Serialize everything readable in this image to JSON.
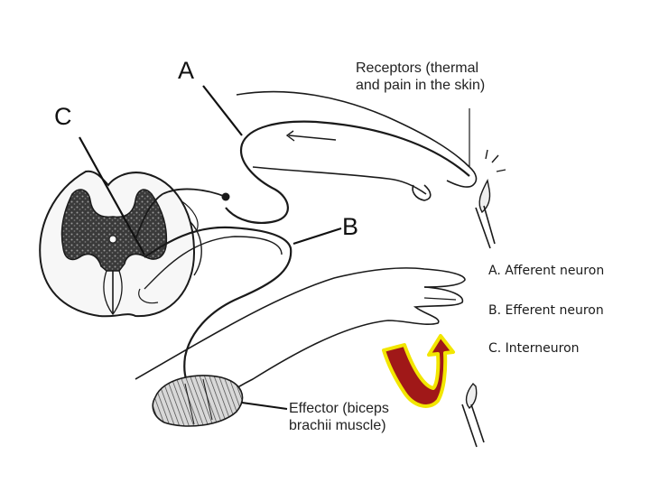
{
  "labels": {
    "a": "A",
    "b": "B",
    "c": "C"
  },
  "captions": {
    "receptors_line1": "Receptors (thermal",
    "receptors_line2": "and pain in the skin)",
    "effector_line1": "Effector (biceps",
    "effector_line2": "brachii muscle)"
  },
  "legend": [
    "A. Afferent neuron",
    "B. Efferent neuron",
    "C. Interneuron"
  ],
  "colors": {
    "ink": "#1a1a1a",
    "arrow_fill": "#a01818",
    "arrow_outline": "#f2e600"
  }
}
